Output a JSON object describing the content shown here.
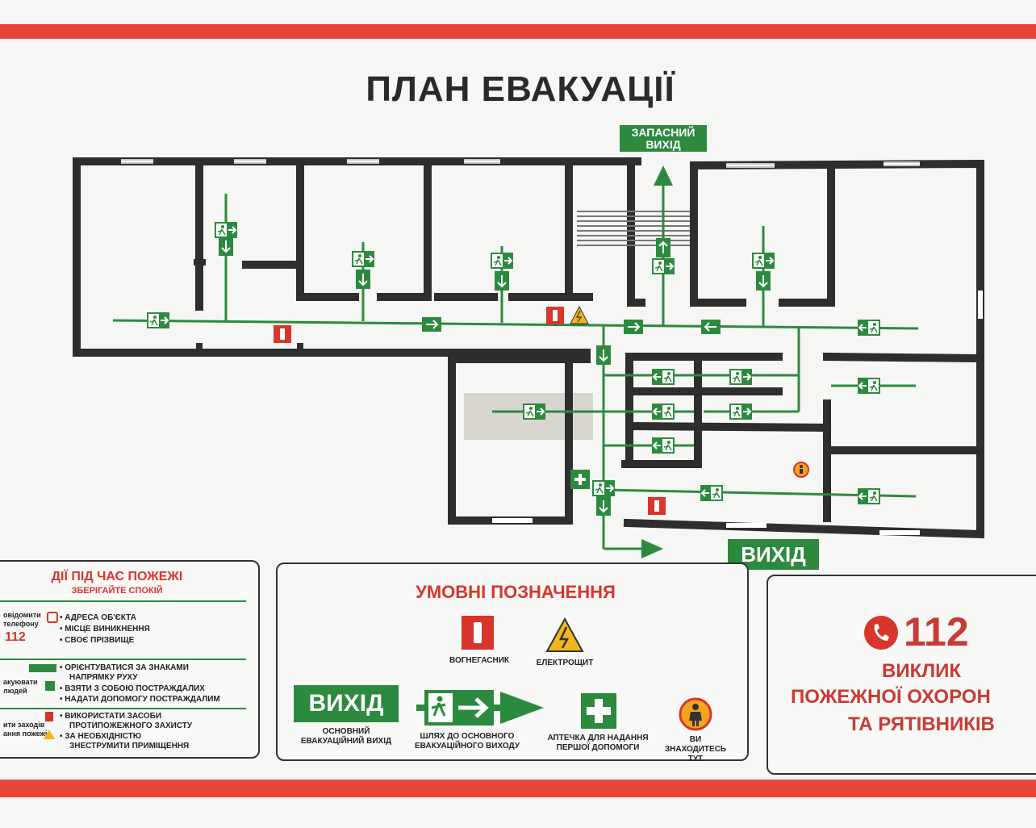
{
  "plan": {
    "title": "ПЛАН ЕВАКУАЦІЇ",
    "spare_exit_line1": "ЗАПАСНИЙ",
    "spare_exit_line2": "ВИХІД",
    "main_exit": "ВИХІД"
  },
  "fire_actions": {
    "title": "ДІЇ ПІД ЧАС ПОЖЕЖІ",
    "subtitle": "ЗБЕРІГАЙТЕ СПОКІЙ",
    "notify_line1": "овідомити",
    "notify_line2": "телефону",
    "notify_number": "112",
    "notify_items": [
      "• АДРЕСА ОБ'ЄКТА",
      "• МІСЦЕ ВИНИКНЕННЯ",
      "• СВОЄ ПРІЗВИЩЕ"
    ],
    "evacuate_line1": "акуювати",
    "evacuate_line2": "людей",
    "evacuate_items": [
      "• ОРІЄНТУВАТИСЯ ЗА ЗНАКАМИ",
      "НАПРЯМКУ РУХУ",
      "• ВЗЯТИ З СОБОЮ ПОСТРАЖДАЛИХ",
      "• НАДАТИ ДОПОМОГУ ПОСТРАЖДАЛИМ"
    ],
    "measures_line1": "ити заходів",
    "measures_line2": "ання пожежі",
    "measures_items": [
      "• ВИКОРИСТАТИ ЗАСОБИ",
      "ПРОТИПОЖЕЖНОГО ЗАХИСТУ",
      "• ЗА НЕОБХІДНІСТЮ",
      "ЗНЕСТРУМИТИ ПРИМІЩЕННЯ"
    ]
  },
  "legend": {
    "title": "УМОВНІ ПОЗНАЧЕННЯ",
    "extinguisher": "ВОГНЕГАСНИК",
    "electric_panel": "ЕЛЕКТРОЩИТ",
    "exit_sign": "ВИХІД",
    "main_exit_line1": "ОСНОВНИЙ",
    "main_exit_line2": "ЕВАКУАЦІЙНИЙ ВИХІД",
    "path_line1": "ШЛЯХ ДО ОСНОВНОГО",
    "path_line2": "ЕВАКУАЦІЙНОГО ВИХОДУ",
    "first_aid_line1": "АПТЕЧКА ДЛЯ НАДАННЯ",
    "first_aid_line2": "ПЕРШОЇ ДОПОМОГИ",
    "you_are_here_line1": "ВИ",
    "you_are_here_line2": "ЗНАХОДИТЕСЬ",
    "you_are_here_line3": "ТУТ"
  },
  "emergency": {
    "number": "112",
    "line1": "ВИКЛИК",
    "line2": "ПОЖЕЖНОЇ ОХОРОН",
    "line3": "ТА РЯТІВНИКІВ"
  },
  "colors": {
    "red": "#e8443a",
    "green": "#2c8a3e",
    "wall": "#2e2e2e"
  }
}
